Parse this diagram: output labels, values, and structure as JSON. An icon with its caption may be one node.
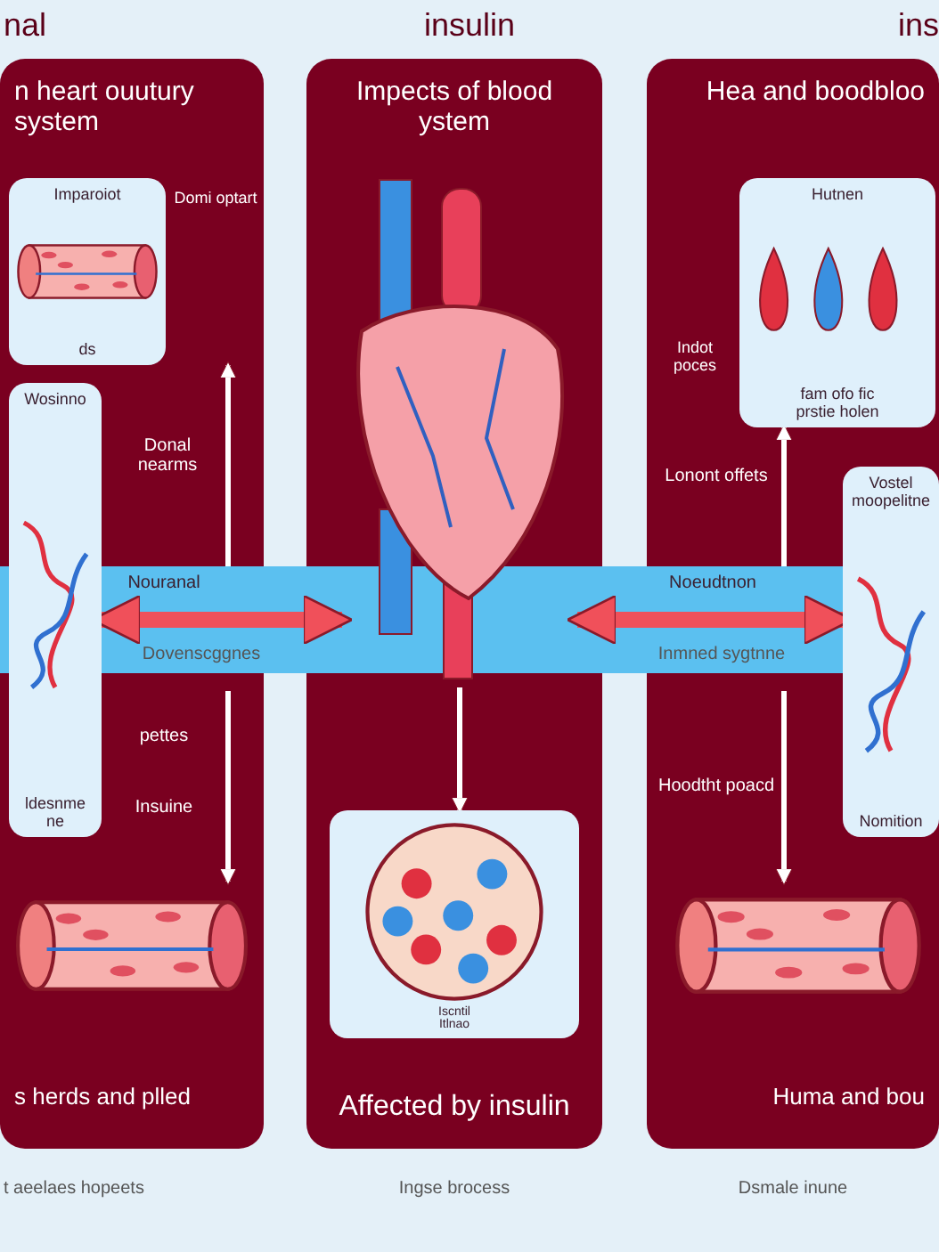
{
  "diagram": {
    "title": "insulin",
    "nodes": [
      {
        "text": [
          "n heart ouutury system",
          "s herds and plled"
        ]
      },
      {
        "text": [
          "Impects of blood ystem",
          "Affected by insulin"
        ]
      },
      {
        "text": [
          "Hea and boodbloo",
          "Huma and bou"
        ]
      },
      {
        "text": [
          "Imparoiot",
          "ds"
        ],
        "beside": [
          "Domi optart"
        ],
        "in": 0
      },
      {
        "text": [
          "Wosinno",
          "ldesnme",
          "ne"
        ],
        "in": 0
      },
      {
        "text": [],
        "shape": "picture",
        "in": 0
      },
      {
        "text": [],
        "shape": "picture",
        "in": 1
      },
      {
        "text": [
          "Iscntil",
          "Itlnao"
        ],
        "in": 1
      },
      {
        "text": [
          "Hutnen",
          "fam ofo fic",
          "prstie holen"
        ],
        "in": 2
      },
      {
        "text": [
          "Vostel moopelitne",
          "Nomition"
        ],
        "in": 2
      },
      {
        "text": [],
        "shape": "picture",
        "in": 2
      }
    ],
    "edges": [
      {
        "from": 6,
        "to": 4,
        "arrow": "both",
        "label": "Nouranal",
        "style": "thick",
        "color": "#f0505a"
      },
      {
        "from": 6,
        "to": 9,
        "arrow": "both",
        "label": "Noeudtnon",
        "style": "thick",
        "color": "#f0505a"
      },
      {
        "from": null,
        "to": 3,
        "arrow": "to",
        "label": "Donal nearms"
      },
      {
        "from": null,
        "to": 5,
        "arrow": "to"
      },
      {
        "from": 6,
        "to": 7,
        "arrow": "to"
      },
      {
        "from": null,
        "to": 8,
        "arrow": "to",
        "label": "Lonont offets"
      },
      {
        "from": null,
        "to": 10,
        "arrow": "to"
      }
    ],
    "labels": [
      "nal",
      "ins",
      "Dovenscggnes",
      "pettes",
      "Insuine",
      "Indot poces",
      "Inmned sygtnne",
      "Hoodtht poacd",
      "t aeelaes hopeets",
      "Ingse brocess",
      "Dsmale inune"
    ]
  }
}
